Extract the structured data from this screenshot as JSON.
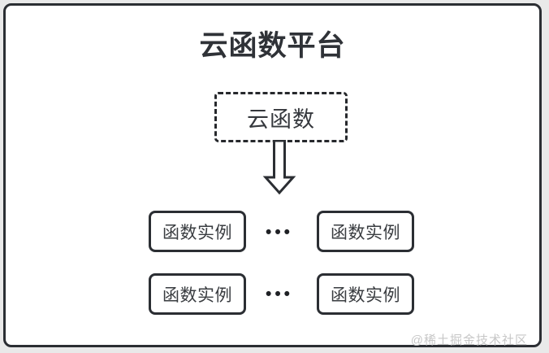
{
  "diagram": {
    "title": "云函数平台",
    "cloud_function": {
      "label": "云函数"
    },
    "rows": [
      {
        "left_label": "函数实例",
        "ellipsis": "•••",
        "right_label": "函数实例"
      },
      {
        "left_label": "函数实例",
        "ellipsis": "•••",
        "right_label": "函数实例"
      }
    ],
    "watermark": "@稀土掘金技术社区",
    "colors": {
      "page_background": "#e9e9e9",
      "frame_background": "#ffffff",
      "ink": "#2b2e33",
      "text": "#35383d",
      "watermark_text": "#c7c7c7"
    }
  }
}
